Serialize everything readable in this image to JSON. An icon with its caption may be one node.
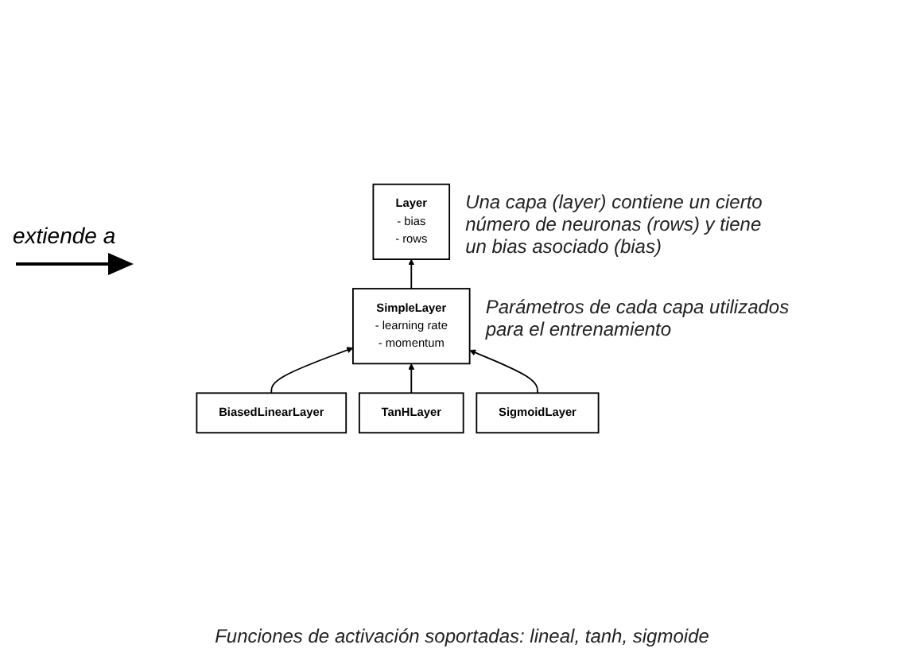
{
  "diagram": {
    "caption": "Funciones de activación soportadas: lineal, tanh, sigmoide",
    "nodes": [
      {
        "text": [
          "Layer",
          "- bias",
          "- rows"
        ],
        "beside": [
          "Una capa (layer) contiene un cierto número de neuronas (rows) y tiene un bias asociado (bias)"
        ]
      },
      {
        "text": [
          "SimpleLayer",
          "- learning rate",
          "- momentum"
        ],
        "beside": [
          "Parámetros de cada capa utilizados para el entrenamiento"
        ]
      },
      {
        "text": [
          "BiasedLinearLayer"
        ]
      },
      {
        "text": [
          "TanHLayer"
        ]
      },
      {
        "text": [
          "SigmoidLayer"
        ]
      }
    ],
    "edges": [
      {
        "from": 1,
        "to": 0,
        "arrow": "to"
      },
      {
        "from": 2,
        "to": 1,
        "arrow": "to"
      },
      {
        "from": 3,
        "to": 1,
        "arrow": "to"
      },
      {
        "from": 4,
        "to": 1,
        "arrow": "to"
      }
    ],
    "legend": [
      {
        "text": "extiende a"
      }
    ]
  }
}
